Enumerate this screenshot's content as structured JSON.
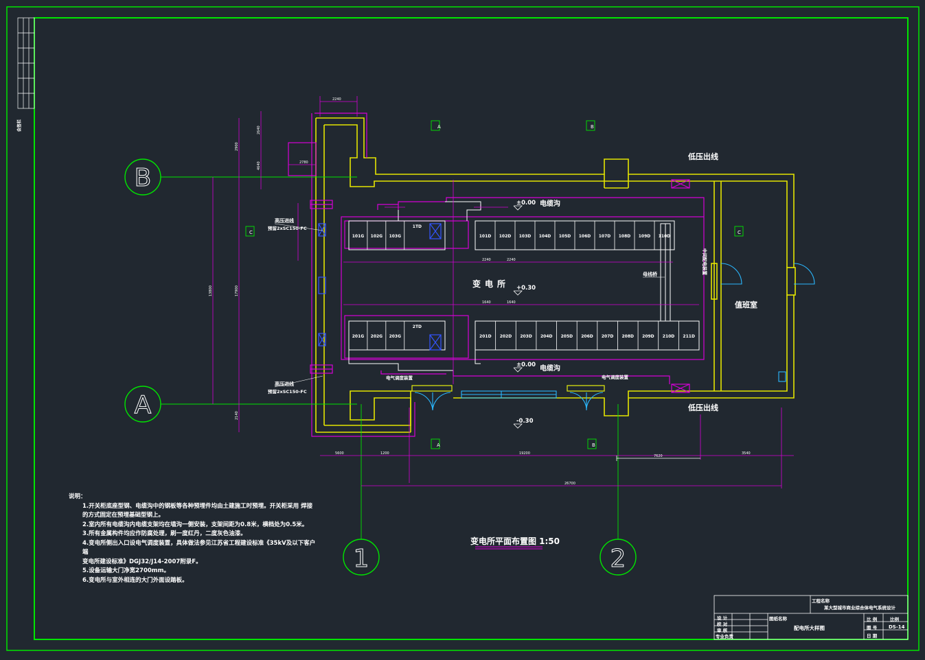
{
  "drawing": {
    "title": "变电所平面布置图 1:50",
    "room_main": "变电所",
    "room_duty": "值班室",
    "margin_note": "会签栏",
    "labels": {
      "lv_out_top": "低压出线",
      "lv_out_bottom": "低压出线",
      "cable_trench_top": "电缆沟",
      "cable_trench_bottom": "电缆沟",
      "hv_in_top": "高压进线",
      "hv_in_top_cable": "预留2xSC150-FC",
      "hv_in_bottom": "高压进线",
      "hv_in_bottom_cable": "预留2xSC150-FC",
      "busbar_bridge": "母线桥",
      "vent_left": "电气调度装置",
      "vent_right": "电气调度装置",
      "vertical_label": "中间配电装置"
    },
    "elevations": {
      "top": "±0.00",
      "mid": "+0.30",
      "bottom": "±0.00",
      "outdoor": "-0.30"
    },
    "axes": {
      "row_b": "B",
      "row_a": "A",
      "col_1": "1",
      "col_2": "2"
    },
    "section_marks": [
      "A",
      "B",
      "A",
      "B",
      "C",
      "C"
    ],
    "cabinets_top_left": [
      "101G",
      "102G",
      "103G",
      "1TD"
    ],
    "cabinets_top_right": [
      "101D",
      "102D",
      "103D",
      "104D",
      "105D",
      "106D",
      "107D",
      "108D",
      "109D",
      "110D"
    ],
    "cabinets_bottom_left": [
      "201G",
      "202G",
      "203G",
      "2TD"
    ],
    "cabinets_bottom_right": [
      "201D",
      "202D",
      "203D",
      "204D",
      "205D",
      "206D",
      "207D",
      "208D",
      "209D",
      "210D",
      "211D"
    ],
    "dims": {
      "top_small_1": "2240",
      "top_small_2": "2780",
      "left_dim_1": "2640",
      "left_dim_2": "4640",
      "left_dim_3": "2900",
      "left_total": "13800",
      "left_total_2": "17900",
      "left_bottom": "2140",
      "bottom_seg_1": "5600",
      "bottom_seg_2": "1200",
      "bottom_seg_3": "19200",
      "bottom_seg_4": "7620",
      "bottom_seg_5": "3540",
      "bottom_total": "26700",
      "cab_w_1": "2240",
      "cab_w_2": "2240",
      "cab_w_3": "1640",
      "cab_w_4": "1640"
    }
  },
  "notes": {
    "heading": "说明：",
    "lines": [
      "1.开关柜底座型钢、电缆沟中的钢板等各种预埋件均由土建施工时预埋。开关柜采用 焊接",
      "的方式固定在预埋基础型钢上。",
      "2.室内所有电缆沟内电缆支架均在墙沟一侧安装，支架间距为0.8米，横档处为0.5米。",
      "3.所有金属构件均应作防腐处理，刷一度红丹，二度灰色油漆。",
      "4.变电所侧出入口设电气调度装置，具体做法参见江苏省工程建设标准《35kV及以下客户端",
      "变电所建设标准》DGJ32/J14-2007附录F。",
      "5.设备运输大门净宽2700mm。",
      "6.变电所与室外相连的大门外面设踏板。"
    ]
  },
  "title_block": {
    "project_label": "工程名称",
    "project": "某大型城市商业综合体电气系统设计",
    "drawing_label": "图纸名称",
    "drawing": "配电所大样图",
    "drawing_no": "DS-14",
    "rows": [
      "设 计",
      "校 对",
      "审 核",
      "专业负责"
    ],
    "right_rows": [
      "比 例",
      "图 号",
      "日 期"
    ],
    "scale": "比例"
  },
  "colors": {
    "background": "#212830",
    "frame": "#00e600",
    "wall": "#e6e600",
    "trench": "#d600d6",
    "equipment": "#ffffff",
    "door": "#2ab8ff",
    "hv_line": "#3355ff"
  }
}
